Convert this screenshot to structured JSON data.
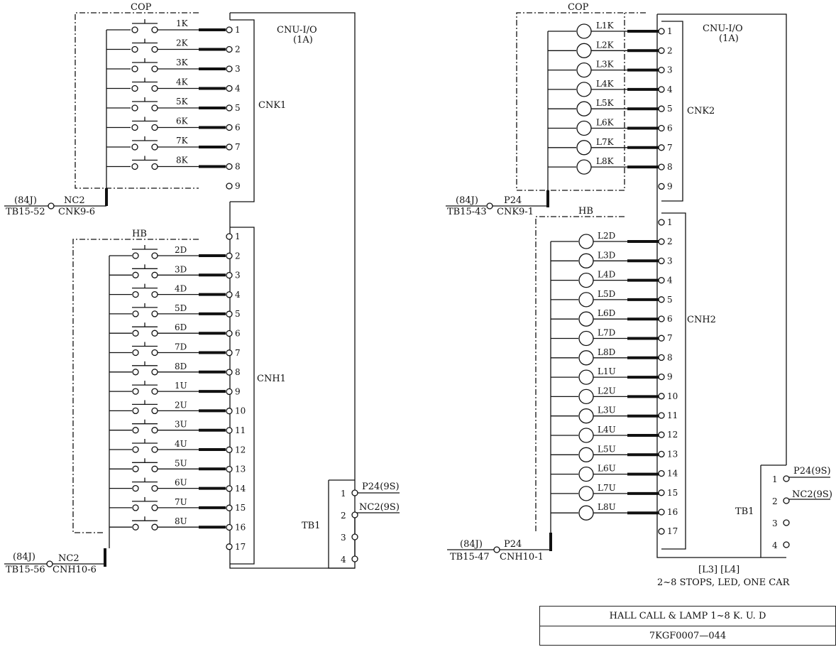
{
  "left": {
    "cop": {
      "title": "COP",
      "buttons": [
        "1K",
        "2K",
        "3K",
        "4K",
        "5K",
        "6K",
        "7K",
        "8K"
      ],
      "connector": "CNK1",
      "pins": [
        "1",
        "2",
        "3",
        "4",
        "5",
        "6",
        "7",
        "8",
        "9"
      ]
    },
    "hb": {
      "title": "HB",
      "buttons": [
        "2D",
        "3D",
        "4D",
        "5D",
        "6D",
        "7D",
        "8D",
        "1U",
        "2U",
        "3U",
        "4U",
        "5U",
        "6U",
        "7U",
        "8U"
      ],
      "connector": "CNH1",
      "pins": [
        "1",
        "2",
        "3",
        "4",
        "5",
        "6",
        "7",
        "8",
        "9",
        "10",
        "11",
        "12",
        "13",
        "14",
        "15",
        "16",
        "17"
      ]
    },
    "board": {
      "name": "CNU-I/O",
      "sub": "(1A)"
    },
    "cop_feed": {
      "wire": "(84J)",
      "terminal": "TB15-52",
      "signal": "NC2",
      "conn": "CNK9-6"
    },
    "hb_feed": {
      "wire": "(84J)",
      "terminal": "TB15-56",
      "signal": "NC2",
      "conn": "CNH10-6"
    },
    "tb1": {
      "name": "TB1",
      "pins": [
        "1",
        "2",
        "3",
        "4"
      ],
      "signals": [
        "P24(9S)",
        "NC2(9S)"
      ]
    }
  },
  "right": {
    "cop": {
      "title": "COP",
      "lamps": [
        "L1K",
        "L2K",
        "L3K",
        "L4K",
        "L5K",
        "L6K",
        "L7K",
        "L8K"
      ],
      "connector": "CNK2",
      "pins": [
        "1",
        "2",
        "3",
        "4",
        "5",
        "6",
        "7",
        "8",
        "9"
      ]
    },
    "hb": {
      "title": "HB",
      "lamps": [
        "L2D",
        "L3D",
        "L4D",
        "L5D",
        "L6D",
        "L7D",
        "L8D",
        "L1U",
        "L2U",
        "L3U",
        "L4U",
        "L5U",
        "L6U",
        "L7U",
        "L8U"
      ],
      "connector": "CNH2",
      "pins": [
        "1",
        "2",
        "3",
        "4",
        "5",
        "6",
        "7",
        "8",
        "9",
        "10",
        "11",
        "12",
        "13",
        "14",
        "15",
        "16",
        "17"
      ]
    },
    "board": {
      "name": "CNU-I/O",
      "sub": "(1A)"
    },
    "cop_feed": {
      "wire": "(84J)",
      "terminal": "TB15-43",
      "signal": "P24",
      "conn": "CNK9-1"
    },
    "hb_feed": {
      "wire": "(84J)",
      "terminal": "TB15-47",
      "signal": "P24",
      "conn": "CNH10-1"
    },
    "tb1": {
      "name": "TB1",
      "pins": [
        "1",
        "2",
        "3",
        "4"
      ],
      "signals": [
        "P24(9S)",
        "NC2(9S)"
      ]
    },
    "note_line1": "[L3] [L4]",
    "note_line2": "2~8 STOPS, LED, ONE CAR"
  },
  "title_block": {
    "title": "HALL CALL & LAMP 1~8 K. U. D",
    "drawing_no": "7KGF0007—044"
  }
}
